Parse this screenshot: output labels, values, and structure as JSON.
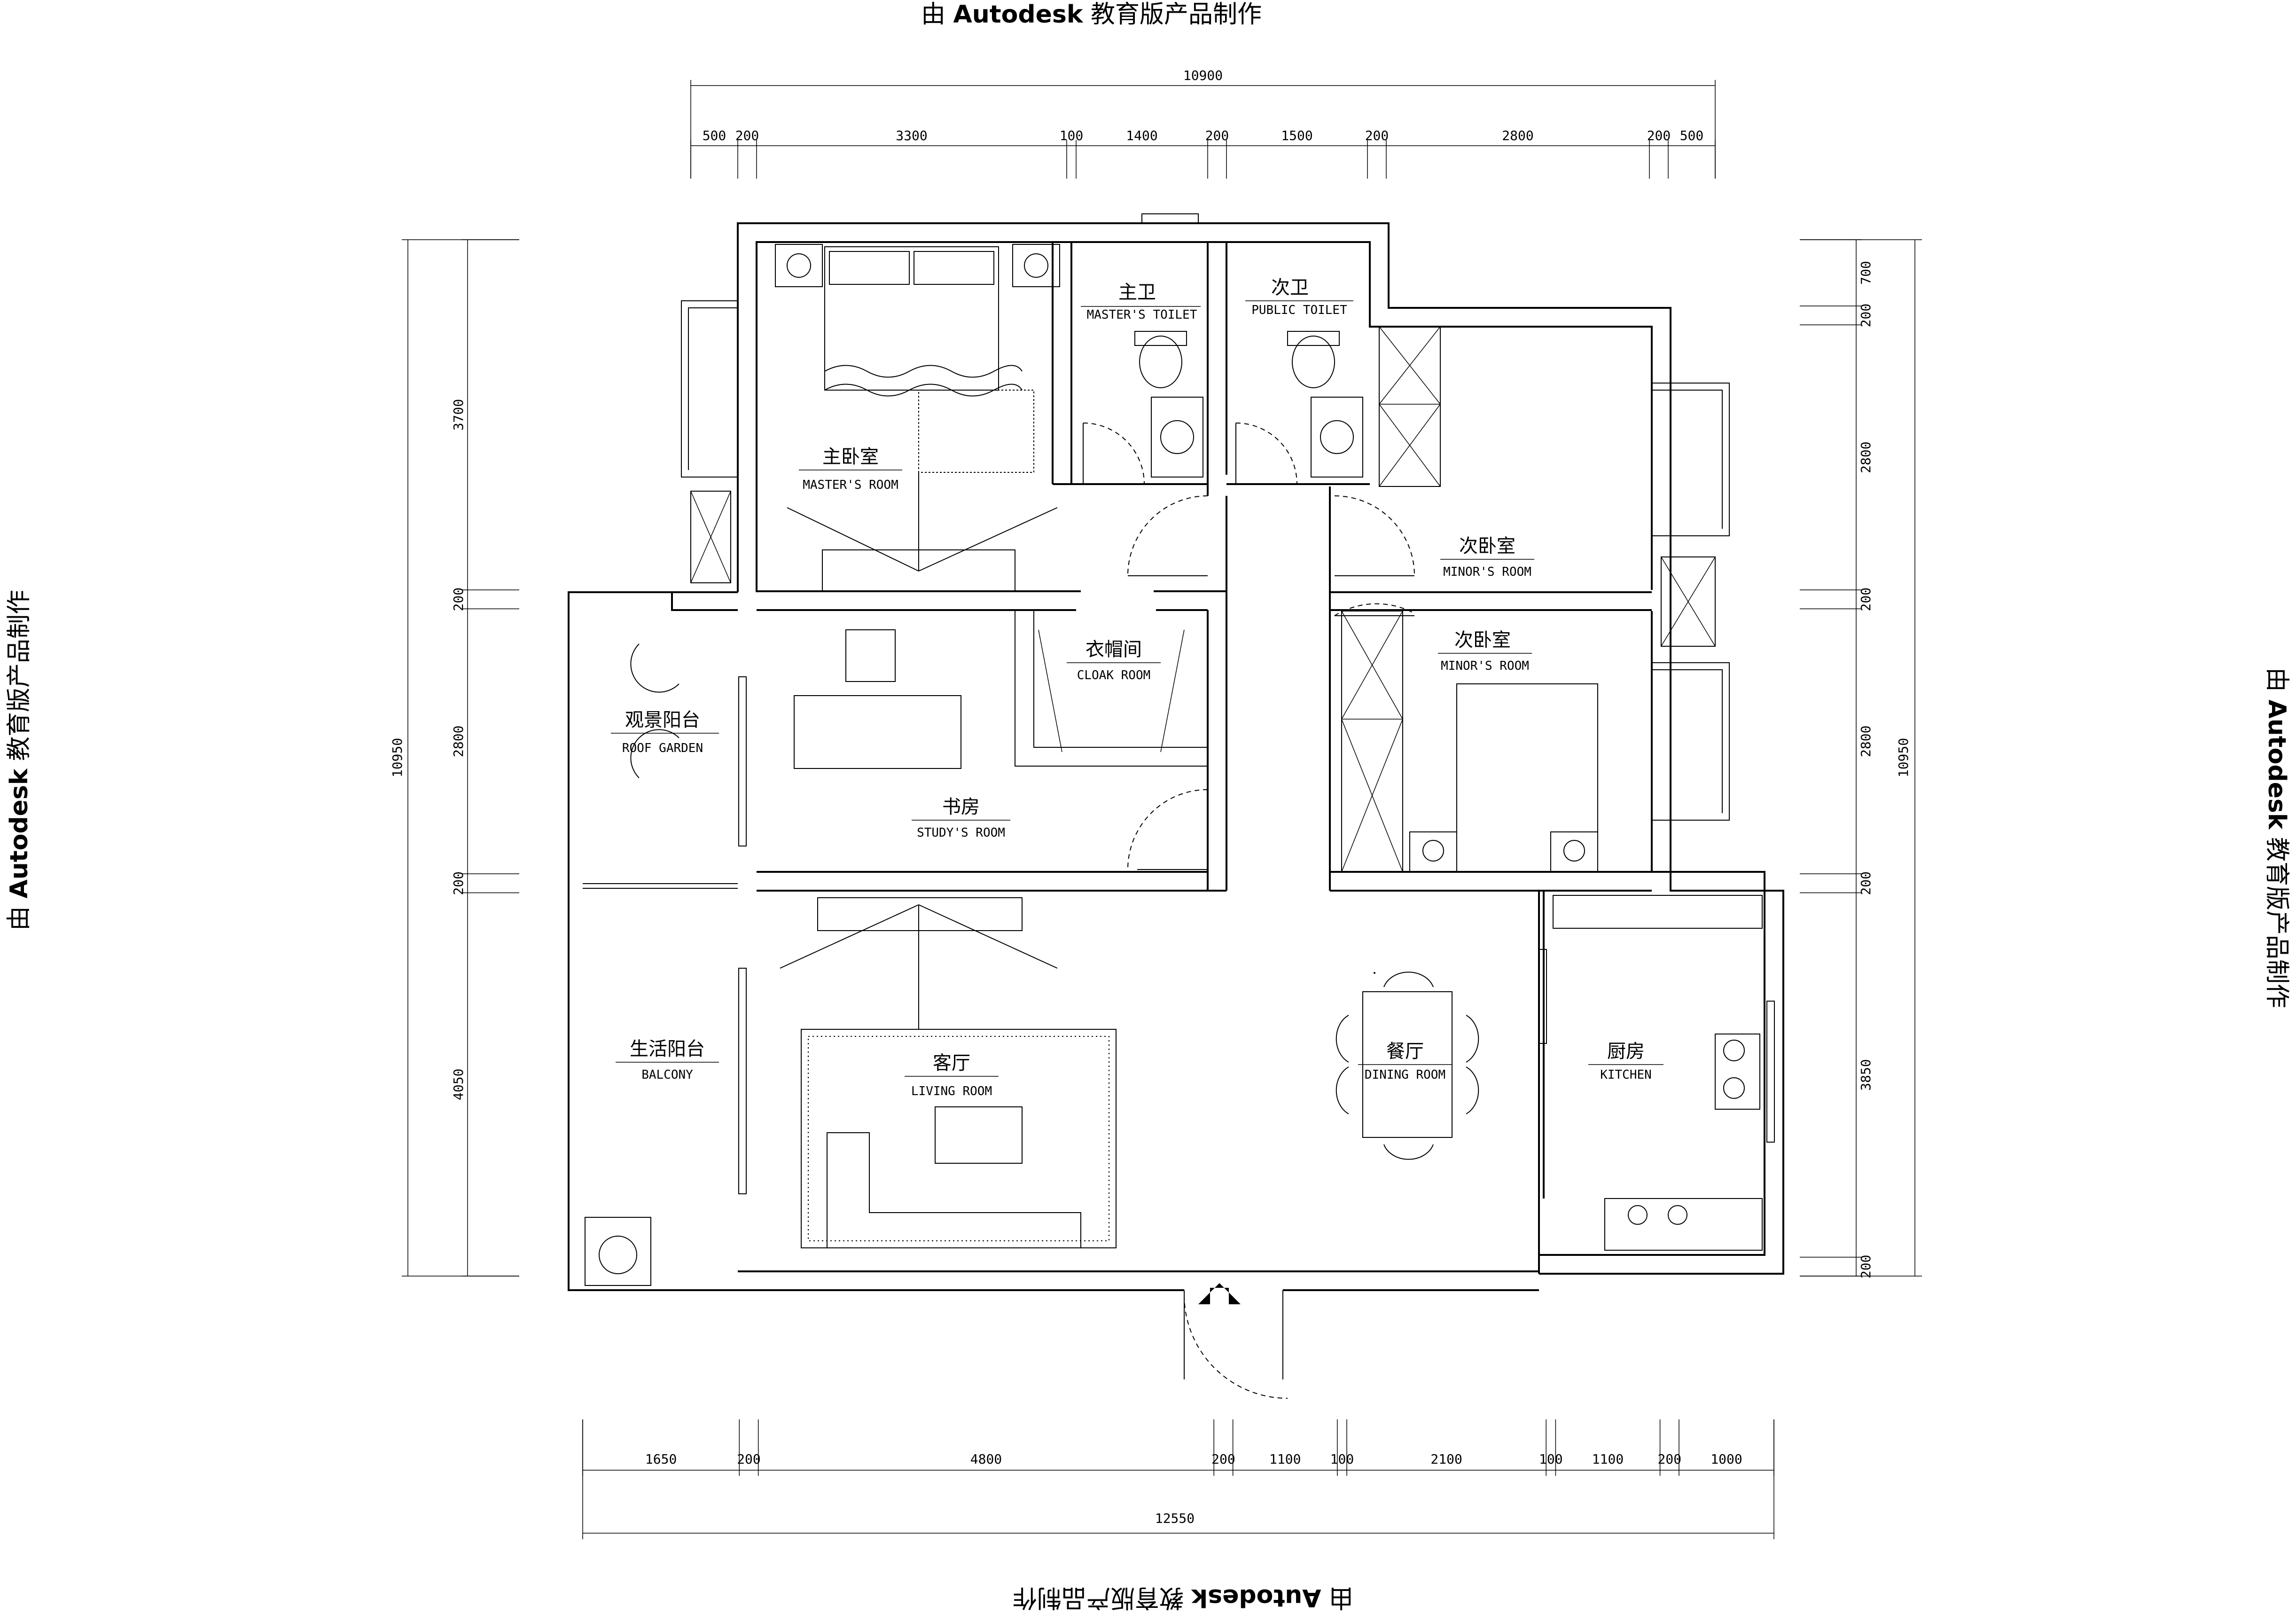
{
  "watermark": {
    "prefix": "由",
    "brand": "Autodesk",
    "suffix": "教育版产品制作"
  },
  "rooms": {
    "master_bedroom": {
      "cn": "主卧室",
      "en": "MASTER'S ROOM"
    },
    "master_toilet": {
      "cn": "主卫",
      "en": "MASTER'S TOILET"
    },
    "public_toilet": {
      "cn": "次卫",
      "en": "PUBLIC TOILET"
    },
    "minor_room_1": {
      "cn": "次卧室",
      "en": "MINOR'S ROOM"
    },
    "minor_room_2": {
      "cn": "次卧室",
      "en": "MINOR'S ROOM"
    },
    "cloak_room": {
      "cn": "衣帽间",
      "en": "CLOAK ROOM"
    },
    "roof_garden": {
      "cn": "观景阳台",
      "en": "ROOF GARDEN"
    },
    "study": {
      "cn": "书房",
      "en": "STUDY'S ROOM"
    },
    "balcony": {
      "cn": "生活阳台",
      "en": "BALCONY"
    },
    "living": {
      "cn": "客厅",
      "en": "LIVING ROOM"
    },
    "dining": {
      "cn": "餐厅",
      "en": "DINING ROOM"
    },
    "kitchen": {
      "cn": "厨房",
      "en": "KITCHEN"
    }
  },
  "dimensions": {
    "top_total": "10900",
    "top": [
      "500",
      "200",
      "3300",
      "100",
      "1400",
      "200",
      "1500",
      "200",
      "2800",
      "200",
      "500"
    ],
    "bottom_total": "12550",
    "bottom": [
      "1650",
      "200",
      "4800",
      "200",
      "1100",
      "100",
      "2100",
      "100",
      "1100",
      "200",
      "1000"
    ],
    "left_total": "10950",
    "left": [
      "3700",
      "200",
      "2800",
      "200",
      "4050"
    ],
    "right_total": "10950",
    "right": [
      "700",
      "200",
      "2800",
      "200",
      "2800",
      "200",
      "3850",
      "200"
    ]
  }
}
